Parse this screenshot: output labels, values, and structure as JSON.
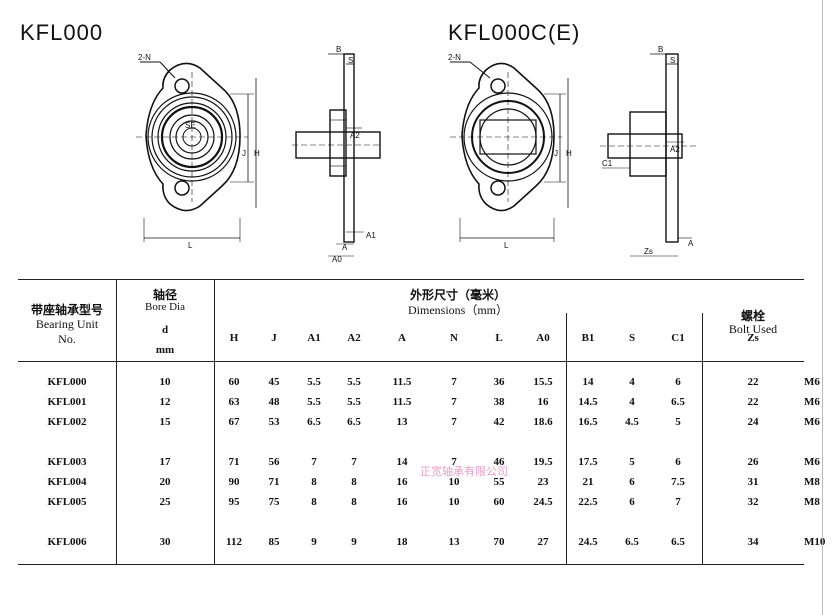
{
  "titles": {
    "left": "KFL000",
    "right": "KFL000C(E)"
  },
  "drawing_labels": {
    "hole": "2-N",
    "b": "B",
    "s": "S",
    "j": "J",
    "h": "H",
    "l": "L",
    "a": "A",
    "a1": "A1",
    "a2": "A2",
    "a0": "A0",
    "c1": "C1",
    "zs": "Zs",
    "se": "SE"
  },
  "watermark": "正宽轴承有限公司",
  "table": {
    "header": {
      "model_cn": "带座轴承型号",
      "model_en1": "Bearing Unit",
      "model_en2": "No.",
      "bore_cn": "轴径",
      "bore_en": "Bore Dia",
      "bore_sym": "d",
      "bore_unit": "mm",
      "dims_cn": "外形尺寸（毫米）",
      "dims_en": "Dimensions（mm）",
      "bolt_cn": "螺栓",
      "bolt_en": "Bolt Used",
      "columns": [
        "H",
        "J",
        "A1",
        "A2",
        "A",
        "N",
        "L",
        "A0",
        "B1",
        "S",
        "C1",
        "Zs"
      ]
    },
    "rows": [
      [
        "KFL000",
        "10",
        "60",
        "45",
        "5.5",
        "5.5",
        "11.5",
        "7",
        "36",
        "15.5",
        "14",
        "4",
        "6",
        "22",
        "M6"
      ],
      [
        "KFL001",
        "12",
        "63",
        "48",
        "5.5",
        "5.5",
        "11.5",
        "7",
        "38",
        "16",
        "14.5",
        "4",
        "6.5",
        "22",
        "M6"
      ],
      [
        "KFL002",
        "15",
        "67",
        "53",
        "6.5",
        "6.5",
        "13",
        "7",
        "42",
        "18.6",
        "16.5",
        "4.5",
        "5",
        "24",
        "M6"
      ],
      [
        "KFL003",
        "17",
        "71",
        "56",
        "7",
        "7",
        "14",
        "7",
        "46",
        "19.5",
        "17.5",
        "5",
        "6",
        "26",
        "M6"
      ],
      [
        "KFL004",
        "20",
        "90",
        "71",
        "8",
        "8",
        "16",
        "10",
        "55",
        "23",
        "21",
        "6",
        "7.5",
        "31",
        "M8"
      ],
      [
        "KFL005",
        "25",
        "95",
        "75",
        "8",
        "8",
        "16",
        "10",
        "60",
        "24.5",
        "22.5",
        "6",
        "7",
        "32",
        "M8"
      ],
      [
        "KFL006",
        "30",
        "112",
        "85",
        "9",
        "9",
        "18",
        "13",
        "70",
        "27",
        "24.5",
        "6.5",
        "6.5",
        "34",
        "M10"
      ]
    ]
  }
}
